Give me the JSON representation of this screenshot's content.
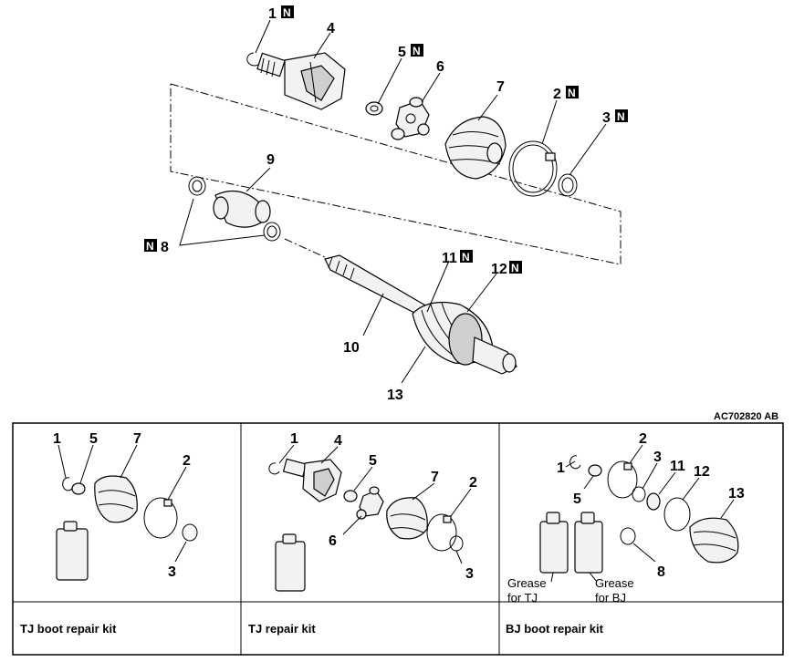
{
  "figure_code": "AC702820 AB",
  "new_part_mark": "N",
  "exploded_view": {
    "labels": {
      "p1": "1",
      "p2": "2",
      "p3": "3",
      "p4": "4",
      "p5": "5",
      "p6": "6",
      "p7": "7",
      "p8": "8",
      "p9": "9",
      "p10": "10",
      "p11": "11",
      "p12": "12",
      "p13": "13"
    }
  },
  "kits": [
    {
      "title": "TJ boot repair kit",
      "labels": [
        "1",
        "5",
        "7",
        "2",
        "3"
      ]
    },
    {
      "title": "TJ repair kit",
      "labels": [
        "1",
        "4",
        "5",
        "7",
        "2",
        "6",
        "3"
      ]
    },
    {
      "title": "BJ boot repair kit",
      "labels": [
        "2",
        "3",
        "11",
        "12",
        "13",
        "1",
        "5",
        "8"
      ],
      "grease_tj": [
        "Grease",
        "for TJ"
      ],
      "grease_bj": [
        "Grease",
        "for BJ"
      ]
    }
  ]
}
